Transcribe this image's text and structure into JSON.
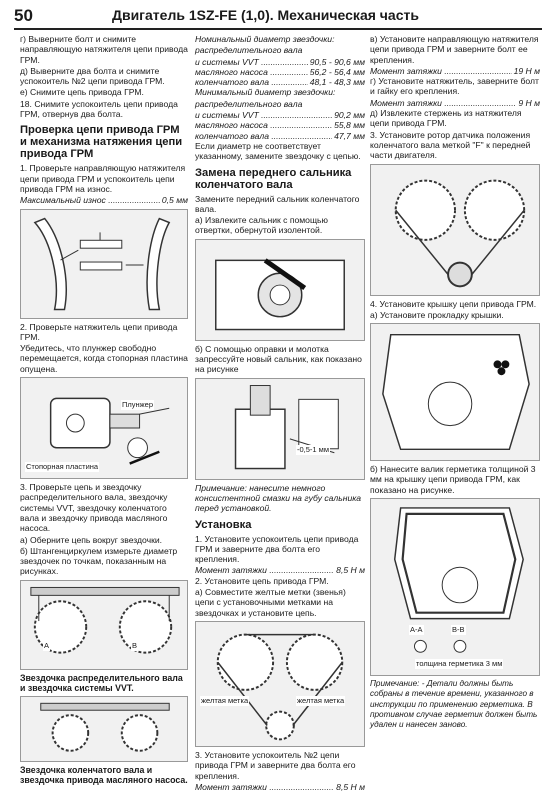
{
  "header": {
    "page_number": "50",
    "title": "Двигатель 1SZ-FE (1,0). Механическая часть"
  },
  "col1": {
    "p_g": "г) Выверните болт и снимите направляющую натяжителя цепи привода ГРМ.",
    "p_d": "д) Выверните два болта и снимите успокоитель №2 цепи привода ГРМ.",
    "p_e": "е) Снимите цепь привода ГРМ.",
    "p_18": "18. Снимите успокоитель цепи привода ГРМ, отвернув два болта.",
    "h_check": "Проверка цепи привода ГРМ и механизма натяжения цепи привода ГРМ",
    "p_1": "1. Проверьте направляющую натяжителя цепи привода ГРМ и успокоитель цепи привода ГРМ на износ.",
    "wear_name": "Максимальный износ",
    "wear_value": "0,5 мм",
    "p_2": "2. Проверьте натяжитель цепи привода ГРМ.",
    "p_2b": "Убедитесь, что плунжер свободно перемещается, когда стопорная пластина опущена.",
    "fig_plunger": "Плунжер",
    "fig_plate": "Стопорная пластина",
    "p_3": "3. Проверьте цепь и звездочку распределительного вала, звездочку системы VVT, звездочку коленчатого вала и звездочку привода масляного насоса.",
    "p_3a": "а) Оберните цепь вокруг звездочки.",
    "p_3b": "б) Штангенциркулем измерьте диаметр звездочек по точкам, показанным на рисунках.",
    "cap_cam": "Звездочка распределительного вала и звездочка системы VVT.",
    "cap_crank": "Звездочка коленчатого вала и звездочка привода масляного насоса.",
    "label_a": "A",
    "label_b": "B"
  },
  "col2": {
    "nom_title": "Номинальный диаметр звездочки:",
    "nom_sub": "распределительного вала",
    "nom_rows": [
      {
        "name": "и системы VVT",
        "value": "90,5 - 90,6 мм"
      },
      {
        "name": "масляного насоса",
        "value": "56,2 - 56,4 мм"
      },
      {
        "name": "коленчатого вала",
        "value": "48,1 - 48,3 мм"
      }
    ],
    "min_title": "Минимальный диаметр звездочки:",
    "min_sub": "распределительного вала",
    "min_rows": [
      {
        "name": "и системы VVT",
        "value": "90,2 мм"
      },
      {
        "name": "масляного насоса",
        "value": "55,8 мм"
      },
      {
        "name": "коленчатого вала",
        "value": "47,7 мм"
      }
    ],
    "note_min": "Если диаметр не соответствует указанному, замените звездочку с цепью.",
    "h_seal": "Замена переднего сальника коленчатого вала",
    "p_seal": "Замените передний сальник коленчатого вала.",
    "p_seal_a": "а) Извлеките сальник с помощью отвертки, обернутой изолентой.",
    "p_seal_b": "б) С помощью оправки и молотка запрессуйте новый сальник, как показано на рисунке",
    "fig_dim": "-0,5-1 мм",
    "note_grease": "Примечание: нанесите немного консистентной смазки на губу сальника перед установкой.",
    "h_install": "Установка",
    "p_i1": "1. Установите успокоитель цепи привода ГРМ и заверните два болта его крепления.",
    "torque_name": "Момент затяжки",
    "torque_1": "8,5 Н м",
    "p_i2": "2. Установите цепь привода ГРМ.",
    "p_i2a": "а) Совместите желтые метки (звенья) цепи с установочными метками на звездочках и установите цепь.",
    "fig_yellow": "желтая метка",
    "p_i3": "3. Установите успокоитель №2 цепи привода ГРМ и заверните два болта его крепления.",
    "torque_3": "8,5 Н м"
  },
  "col3": {
    "p_v": "в) Установите направляющую натяжителя цепи привода ГРМ и заверните болт ее крепления.",
    "torque_name": "Момент затяжки",
    "torque_v": "19 Н м",
    "p_gg": "г) Установите натяжитель, заверните болт и гайку его крепления.",
    "torque_gg": "9 Н м",
    "p_dd": "д) Извлеките стержень из натяжителя цепи привода ГРМ.",
    "p_c3": "3. Установите ротор датчика положения коленчатого вала меткой \"F\" к передней части двигателя.",
    "p_c4": "4. Установите крышку цепи привода ГРМ.",
    "p_c4a": "а) Установите прокладку крышки.",
    "p_c4b": "б) Нанесите валик герметика толщиной 3 мм на крышку цепи привода ГРМ, как показано на рисунке.",
    "fig_aa": "А-А",
    "fig_bb": "В-В",
    "fig_thick": "толщина герметика 3 мм",
    "note_final": "Примечание: - Детали должны быть собраны в течение времени, указанного в инструкции по применению герметика. В противном случае герметик должен быть удален и нанесен заново."
  }
}
